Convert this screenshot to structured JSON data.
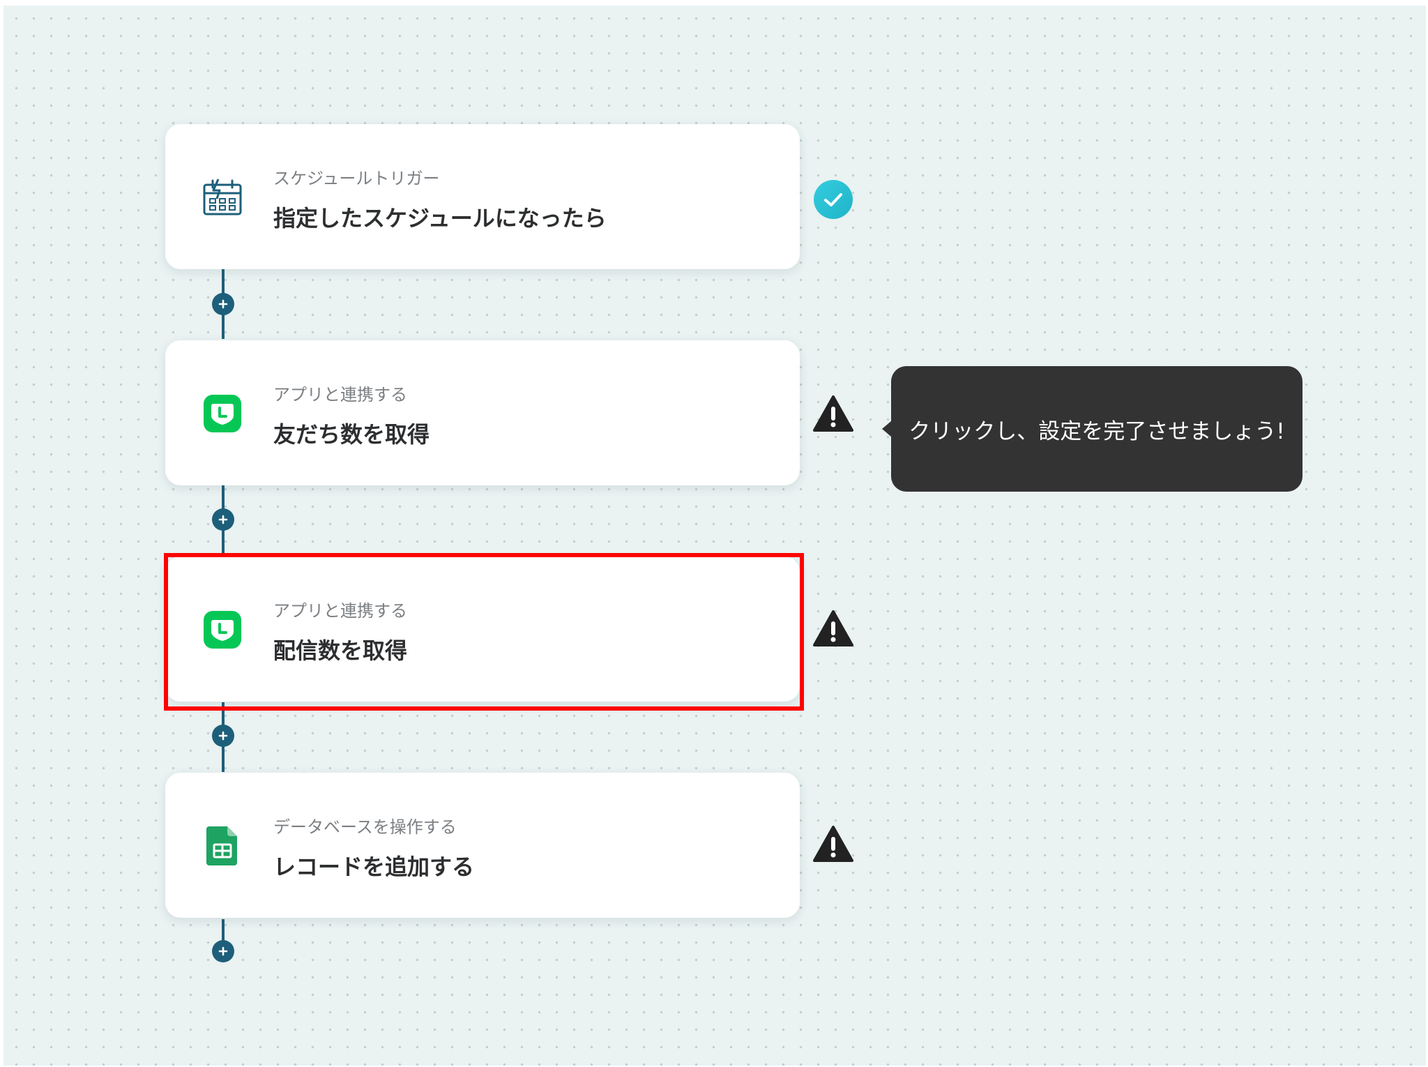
{
  "flow": {
    "steps": [
      {
        "category": "スケジュールトリガー",
        "action": "指定したスケジュールになったら",
        "icon": "schedule-calendar-icon",
        "status": "complete"
      },
      {
        "category": "アプリと連携する",
        "action": "友だち数を取得",
        "icon": "line-app-icon",
        "status": "warning"
      },
      {
        "category": "アプリと連携する",
        "action": "配信数を取得",
        "icon": "line-app-icon",
        "status": "warning",
        "highlighted": true
      },
      {
        "category": "データベースを操作する",
        "action": "レコードを追加する",
        "icon": "google-sheets-icon",
        "status": "warning"
      }
    ]
  },
  "tooltip": {
    "text": "クリックし、設定を完了させましょう!"
  },
  "colors": {
    "canvas_background": "#eaf2f2",
    "connector": "#1d5f7a",
    "check_badge": "#27bfd6",
    "warning": "#222222",
    "highlight": "#ff0000",
    "line_green": "#06c755",
    "sheets_green": "#1ea362",
    "tooltip_background": "#333333"
  }
}
